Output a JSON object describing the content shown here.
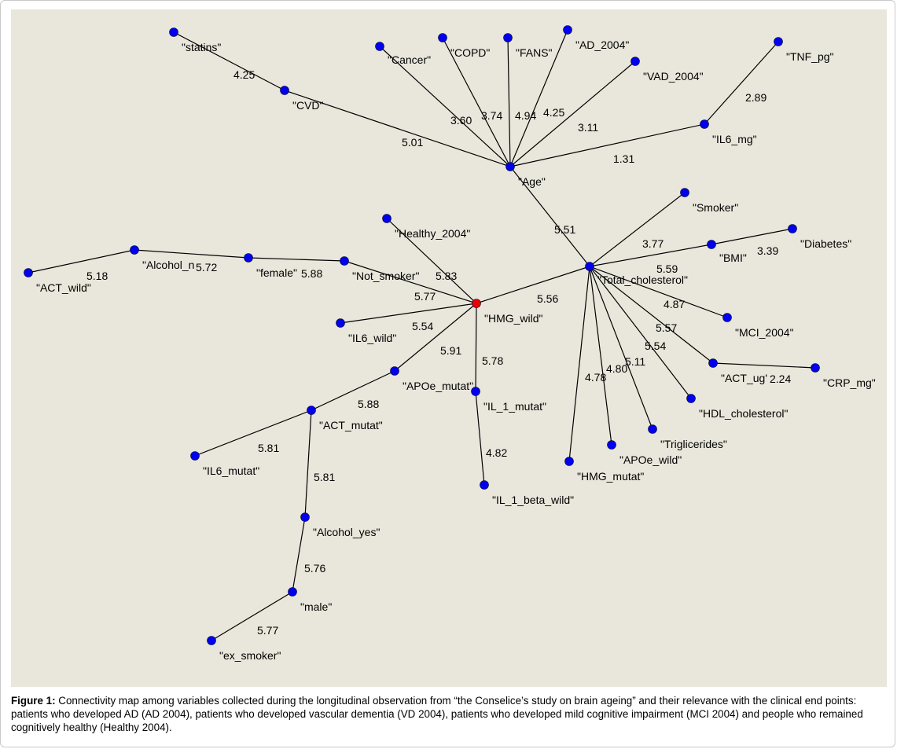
{
  "colors": {
    "background": "#e9e7dc",
    "node": "#0000ee",
    "highlight_node": "#ee0000",
    "edge": "#000000"
  },
  "nodes": [
    {
      "id": "statins",
      "label": "\"statins\""
    },
    {
      "id": "CVD",
      "label": "\"CVD\""
    },
    {
      "id": "Cancer",
      "label": "\"Cancer\""
    },
    {
      "id": "COPD",
      "label": "\"COPD\""
    },
    {
      "id": "FANS",
      "label": "\"FANS\""
    },
    {
      "id": "AD_2004",
      "label": "\"AD_2004\""
    },
    {
      "id": "VAD_2004",
      "label": "\"VAD_2004\""
    },
    {
      "id": "TNF_pg",
      "label": "\"TNF_pg\""
    },
    {
      "id": "IL6_mg",
      "label": "\"IL6_mg\""
    },
    {
      "id": "Age",
      "label": "\"Age\""
    },
    {
      "id": "Smoker",
      "label": "\"Smoker\""
    },
    {
      "id": "Diabetes",
      "label": "\"Diabetes\""
    },
    {
      "id": "BMI",
      "label": "\"BMI\""
    },
    {
      "id": "Total_cholesterol",
      "label": "\"Total_cholesterol\""
    },
    {
      "id": "MCI_2004",
      "label": "\"MCI_2004\""
    },
    {
      "id": "ACT_ug",
      "label": "\"ACT_ug'"
    },
    {
      "id": "CRP_mg",
      "label": "\"CRP_mg\""
    },
    {
      "id": "HDL_cholesterol",
      "label": "\"HDL_cholesterol\""
    },
    {
      "id": "Triglicerides",
      "label": "\"Triglicerides\""
    },
    {
      "id": "APOe_wild",
      "label": "\"APOe_wild\""
    },
    {
      "id": "HMG_mutat",
      "label": "\"HMG_mutat\""
    },
    {
      "id": "Healthy_2004",
      "label": "\"Healthy_2004\""
    },
    {
      "id": "ACT_wild",
      "label": "\"ACT_wild\""
    },
    {
      "id": "Alcohol_no",
      "label": "\"Alcohol_n"
    },
    {
      "id": "female",
      "label": "\"female\""
    },
    {
      "id": "Not_smoker",
      "label": "\"Not_smoker\""
    },
    {
      "id": "HMG_wild",
      "label": "\"HMG_wild\"",
      "highlight": true
    },
    {
      "id": "IL6_wild",
      "label": "\"IL6_wild\""
    },
    {
      "id": "APOe_mutat",
      "label": "\"APOe_mutat\""
    },
    {
      "id": "IL_1_mutat",
      "label": "\"IL_1_mutat\""
    },
    {
      "id": "IL_1_beta_wild",
      "label": "\"IL_1_beta_wild\""
    },
    {
      "id": "ACT_mutat",
      "label": "\"ACT_mutat\""
    },
    {
      "id": "IL6_mutat",
      "label": "\"IL6_mutat\""
    },
    {
      "id": "Alcohol_yes",
      "label": "\"Alcohol_yes\""
    },
    {
      "id": "male",
      "label": "\"male\""
    },
    {
      "id": "ex_smoker",
      "label": "\"ex_smoker\""
    }
  ],
  "edges": [
    {
      "from": "statins",
      "to": "CVD",
      "weight": "4.25"
    },
    {
      "from": "CVD",
      "to": "Age",
      "weight": "5.01"
    },
    {
      "from": "Cancer",
      "to": "Age",
      "weight": "3.60"
    },
    {
      "from": "COPD",
      "to": "Age",
      "weight": "3.74"
    },
    {
      "from": "FANS",
      "to": "Age",
      "weight": "4.94"
    },
    {
      "from": "AD_2004",
      "to": "Age",
      "weight": "4.25"
    },
    {
      "from": "VAD_2004",
      "to": "Age",
      "weight": "3.11"
    },
    {
      "from": "TNF_pg",
      "to": "IL6_mg",
      "weight": "2.89"
    },
    {
      "from": "IL6_mg",
      "to": "Age",
      "weight": "1.31"
    },
    {
      "from": "Age",
      "to": "Total_cholesterol",
      "weight": "5.51"
    },
    {
      "from": "Smoker",
      "to": "Total_cholesterol",
      "weight": "3.77"
    },
    {
      "from": "Diabetes",
      "to": "BMI",
      "weight": "3.39"
    },
    {
      "from": "BMI",
      "to": "Total_cholesterol",
      "weight": "5.59"
    },
    {
      "from": "MCI_2004",
      "to": "Total_cholesterol",
      "weight": "4.87"
    },
    {
      "from": "ACT_ug",
      "to": "Total_cholesterol",
      "weight": "5.57"
    },
    {
      "from": "CRP_mg",
      "to": "ACT_ug",
      "weight": "2.24"
    },
    {
      "from": "HDL_cholesterol",
      "to": "Total_cholesterol",
      "weight": "5.54"
    },
    {
      "from": "Triglicerides",
      "to": "Total_cholesterol",
      "weight": "5.11"
    },
    {
      "from": "APOe_wild",
      "to": "Total_cholesterol",
      "weight": "4.80"
    },
    {
      "from": "HMG_mutat",
      "to": "Total_cholesterol",
      "weight": "4.78"
    },
    {
      "from": "Total_cholesterol",
      "to": "HMG_wild",
      "weight": "5.56"
    },
    {
      "from": "Healthy_2004",
      "to": "HMG_wild",
      "weight": "5.83"
    },
    {
      "from": "ACT_wild",
      "to": "Alcohol_no",
      "weight": "5.18"
    },
    {
      "from": "Alcohol_no",
      "to": "female",
      "weight": "5.72"
    },
    {
      "from": "female",
      "to": "Not_smoker",
      "weight": "5.88"
    },
    {
      "from": "Not_smoker",
      "to": "HMG_wild",
      "weight": "5.77"
    },
    {
      "from": "IL6_wild",
      "to": "HMG_wild",
      "weight": "5.54"
    },
    {
      "from": "APOe_mutat",
      "to": "HMG_wild",
      "weight": "5.91"
    },
    {
      "from": "IL_1_mutat",
      "to": "HMG_wild",
      "weight": "5.78"
    },
    {
      "from": "IL_1_beta_wild",
      "to": "IL_1_mutat",
      "weight": "4.82"
    },
    {
      "from": "ACT_mutat",
      "to": "APOe_mutat",
      "weight": "5.88"
    },
    {
      "from": "IL6_mutat",
      "to": "ACT_mutat",
      "weight": "5.81"
    },
    {
      "from": "Alcohol_yes",
      "to": "ACT_mutat",
      "weight": "5.81"
    },
    {
      "from": "male",
      "to": "Alcohol_yes",
      "weight": "5.76"
    },
    {
      "from": "ex_smoker",
      "to": "male",
      "weight": "5.77"
    }
  ],
  "caption": {
    "label": "Figure 1:",
    "text": " Connectivity map among variables collected during the longitudinal observation from “the Conselice’s study on brain ageing” and their relevance with the clinical end points: patients who developed AD (AD 2004), patients who developed vascular dementia (VD 2004), patients who developed mild cognitive impairment (MCI 2004) and people who remained cognitively healthy (Healthy 2004)."
  }
}
